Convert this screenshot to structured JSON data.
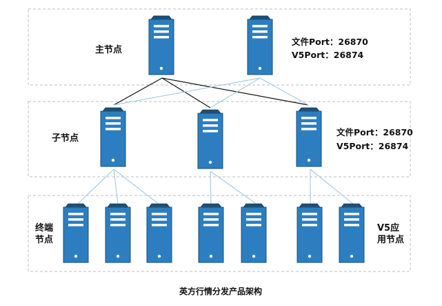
{
  "tiers": {
    "main": {
      "label": "主节点"
    },
    "sub": {
      "label": "子节点"
    },
    "terminal": {
      "label_line1": "终端",
      "label_line2": "节点"
    },
    "v5": {
      "label_line1": "V5应",
      "label_line2": "用节点"
    }
  },
  "ports": {
    "main": {
      "file_port": "文件Port：26870",
      "v5_port": "V5Port：26874"
    },
    "sub": {
      "file_port": "文件Port：26870",
      "v5_port": "V5Port：26874"
    }
  },
  "caption": "英方行情分发产品架构",
  "colors": {
    "server_fill": "#2c7ec0",
    "server_stroke": "#1c4f78",
    "primary_link": "#111111",
    "secondary_link": "#a6cde6",
    "tier_border": "#bdbdbd"
  },
  "nodes": {
    "main": [
      "server",
      "server"
    ],
    "sub": [
      "server",
      "server",
      "server"
    ],
    "terminal": [
      "server",
      "server",
      "server",
      "server",
      "server"
    ],
    "v5": [
      "server",
      "server"
    ]
  }
}
